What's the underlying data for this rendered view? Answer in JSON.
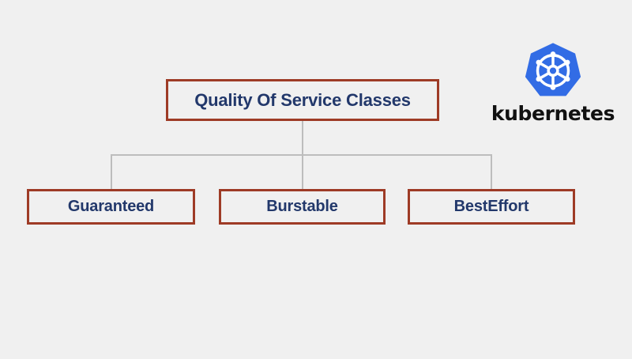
{
  "diagram": {
    "background_color": "#f0f0f0",
    "box_border_color": "#9e3b26",
    "box_text_color": "#22386b",
    "connector_color": "#bdbdbd",
    "root": {
      "label": "Quality Of Service Classes"
    },
    "children": [
      {
        "label": "Guaranteed"
      },
      {
        "label": "Burstable"
      },
      {
        "label": "BestEffort"
      }
    ]
  },
  "branding": {
    "name": "kubernetes",
    "logo_icon": "kubernetes-helm-wheel-icon",
    "logo_color": "#326ce5"
  }
}
